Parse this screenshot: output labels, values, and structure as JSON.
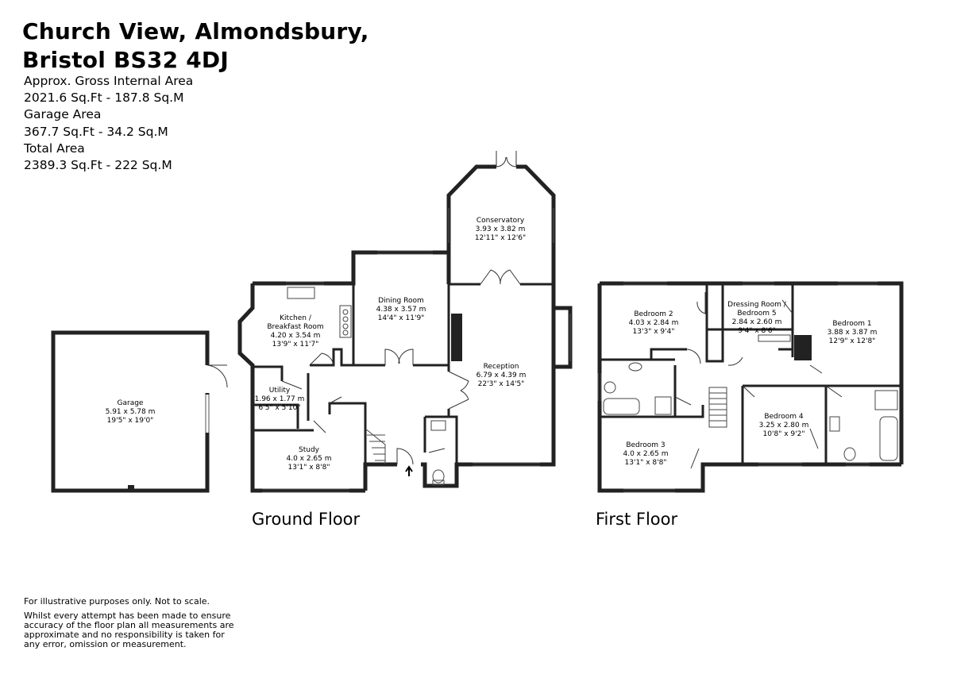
{
  "header": {
    "title_line1": "Church View, Almondsbury,",
    "title_line2": "Bristol BS32 4DJ"
  },
  "areas": {
    "gross_label": "Approx. Gross Internal Area",
    "gross_value": "2021.6 Sq.Ft - 187.8 Sq.M",
    "garage_label": "Garage Area",
    "garage_value": "367.7 Sq.Ft -  34.2  Sq.M",
    "total_label": "Total Area",
    "total_value": "2389.3 Sq.Ft - 222 Sq.M"
  },
  "floors": {
    "ground": "Ground Floor",
    "first": "First Floor"
  },
  "rooms": {
    "garage": {
      "name": "Garage",
      "metric": "5.91 x 5.78 m",
      "imperial": "19'5\" x 19'0\""
    },
    "kitchen": {
      "name": "Kitchen /",
      "name2": "Breakfast Room",
      "metric": "4.20 x 3.54 m",
      "imperial": "13'9\" x 11'7\""
    },
    "utility": {
      "name": "Utility",
      "metric": "1.96 x 1.77 m",
      "imperial": "6'5\" x 5'10\""
    },
    "study": {
      "name": "Study",
      "metric": "4.0 x 2.65 m",
      "imperial": "13'1\" x 8'8\""
    },
    "dining": {
      "name": "Dining Room",
      "metric": "4.38 x 3.57 m",
      "imperial": "14'4\" x 11'9\""
    },
    "conservatory": {
      "name": "Conservatory",
      "metric": "3.93 x 3.82 m",
      "imperial": "12'11\" x 12'6\""
    },
    "reception": {
      "name": "Reception",
      "metric": "6.79 x 4.39 m",
      "imperial": "22'3\" x 14'5\""
    },
    "bedroom2": {
      "name": "Bedroom 2",
      "metric": "4.03 x 2.84 m",
      "imperial": "13'3\" x 9'4\""
    },
    "dressing": {
      "name": "Dressing Room /",
      "name2": "Bedroom 5",
      "metric": "2.84 x 2.60 m",
      "imperial": "9'4\" x 8'6\""
    },
    "bedroom1": {
      "name": "Bedroom 1",
      "metric": "3.88 x 3.87 m",
      "imperial": "12'9\" x 12'8\""
    },
    "bedroom4": {
      "name": "Bedroom 4",
      "metric": "3.25 x 2.80 m",
      "imperial": "10'8\" x 9'2\""
    },
    "bedroom3": {
      "name": "Bedroom 3",
      "metric": "4.0 x 2.65 m",
      "imperial": "13'1\" x 8'8\""
    }
  },
  "disclaimer": {
    "line1": "For illustrative purposes only. Not to scale.",
    "line2": "Whilst every attempt has been made to ensure accuracy of the floor plan all measurements are approximate and no responsibility is taken for any error, omission or measurement."
  }
}
